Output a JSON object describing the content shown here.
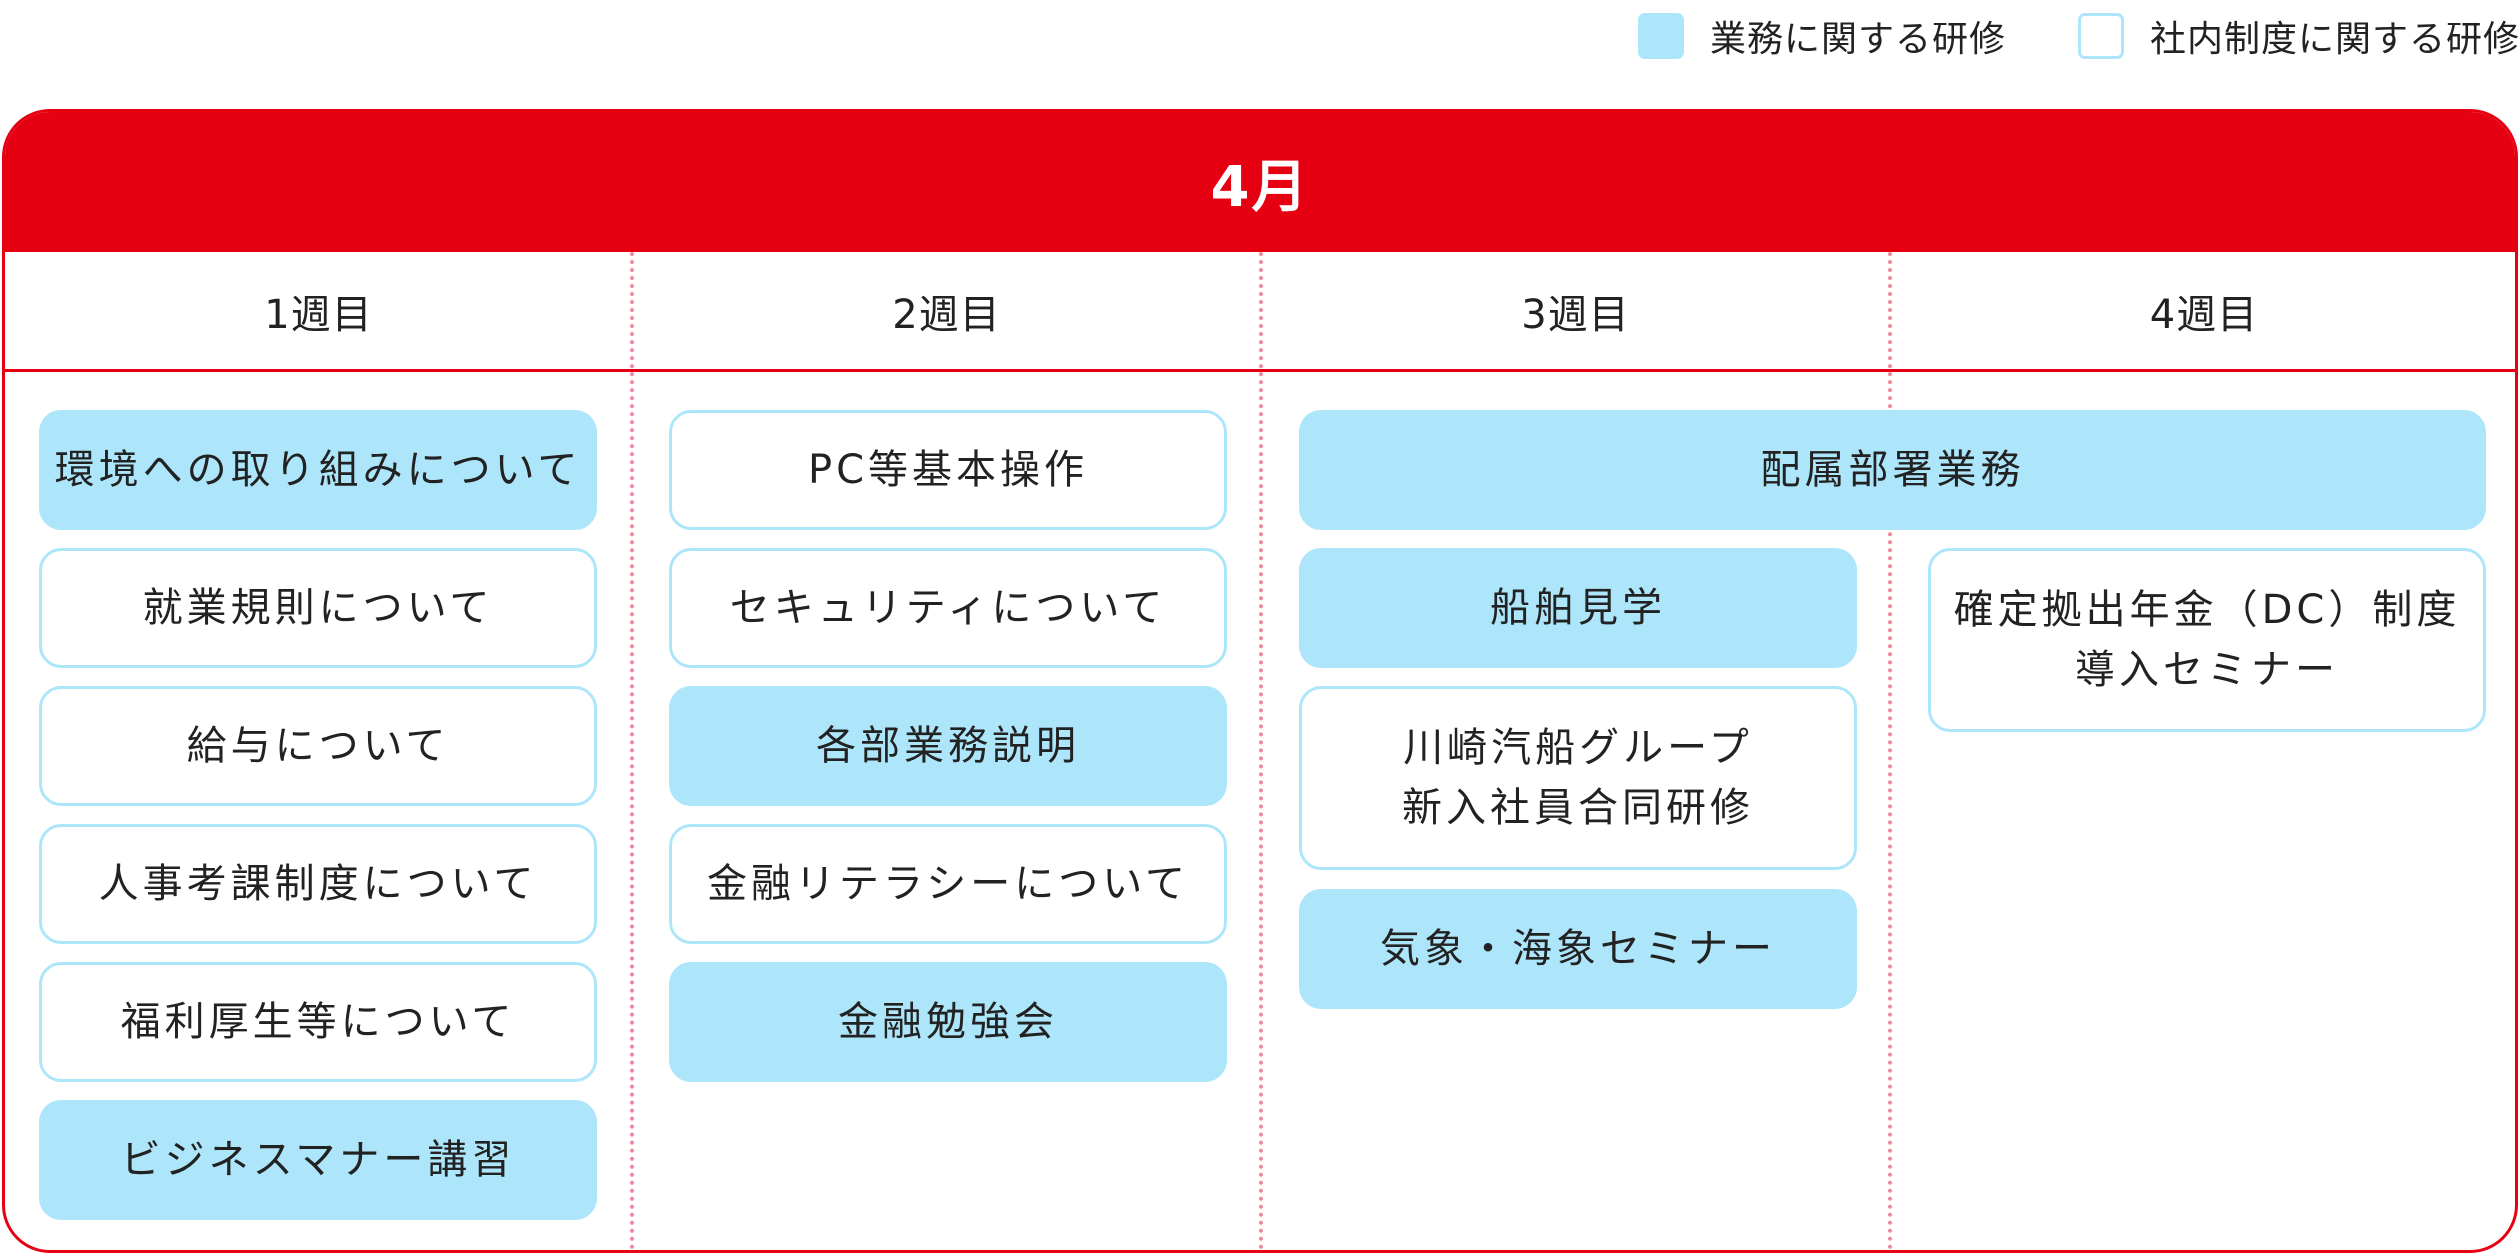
{
  "legend": {
    "business": {
      "label": "業務に関する研修",
      "color": "#ade6fa"
    },
    "internal": {
      "label": "社内制度に関する研修",
      "color": "#ffffff",
      "border_color": "#ade6fa"
    }
  },
  "month": "4月",
  "weeks": [
    "1週目",
    "2週目",
    "3週目",
    "4週目"
  ],
  "colors": {
    "accent": "#e50012",
    "business_fill": "#ade6fa",
    "divider": "#f08a9a"
  },
  "events": {
    "w1": [
      {
        "label": "環境への取り組みについて",
        "type": "business"
      },
      {
        "label": "就業規則について",
        "type": "internal"
      },
      {
        "label": "給与について",
        "type": "internal"
      },
      {
        "label": "人事考課制度について",
        "type": "internal"
      },
      {
        "label": "福利厚生等について",
        "type": "internal"
      },
      {
        "label": "ビジネスマナー講習",
        "type": "business"
      }
    ],
    "w2": [
      {
        "label": "PC等基本操作",
        "type": "internal"
      },
      {
        "label": "セキュリティについて",
        "type": "internal"
      },
      {
        "label": "各部業務説明",
        "type": "business"
      },
      {
        "label": "金融リテラシーについて",
        "type": "internal"
      },
      {
        "label": "金融勉強会",
        "type": "business"
      }
    ],
    "w34": [
      {
        "label": "配属部署業務",
        "type": "business"
      }
    ],
    "w3": [
      {
        "label": "船舶見学",
        "type": "business"
      },
      {
        "label": "川崎汽船グループ\n新入社員合同研修",
        "type": "internal"
      },
      {
        "label": "気象・海象セミナー",
        "type": "business"
      }
    ],
    "w4": [
      {
        "label": "確定拠出年金（DC）制度\n導入セミナー",
        "type": "internal"
      }
    ]
  }
}
